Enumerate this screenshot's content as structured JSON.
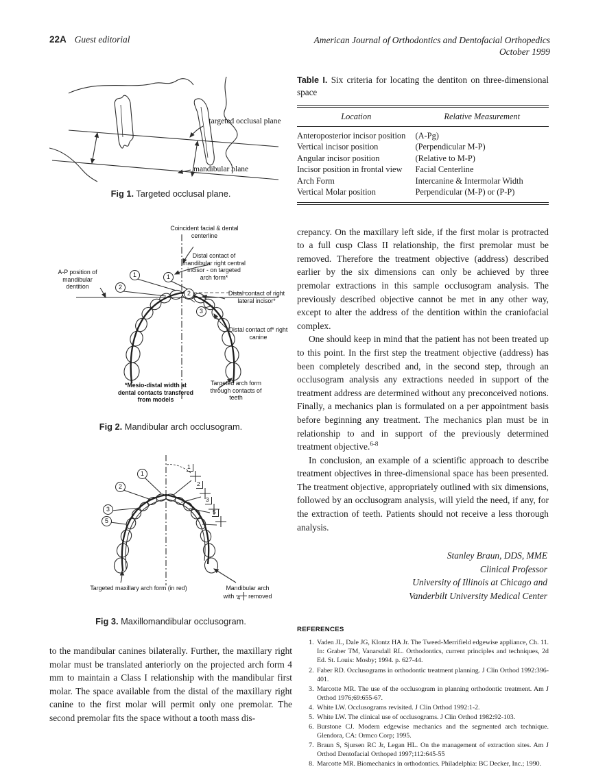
{
  "header": {
    "page_number": "22A",
    "section": "Guest editorial",
    "journal": "American Journal of Orthodontics and Dentofacial Orthopedics",
    "issue_date": "October 1999"
  },
  "table": {
    "label": "Table I.",
    "title": "Six criteria for locating the dentiton on three-dimensional space",
    "columns": [
      "Location",
      "Relative Measurement"
    ],
    "rows": [
      {
        "location": "Anteroposterior incisor position",
        "measurement": "(A-Pg)"
      },
      {
        "location": "Vertical incisor position",
        "measurement": "(Perpendicular M-P)"
      },
      {
        "location": "Angular incisor position",
        "measurement": "(Relative to M-P)"
      },
      {
        "location": "Incisor position in frontal view",
        "measurement": "Facial Centerline"
      },
      {
        "location": "Arch Form",
        "measurement": "Intercanine & Intermolar Width"
      },
      {
        "location": "Vertical Molar position",
        "measurement": "Perpendicular (M-P) or (P-P)"
      }
    ]
  },
  "figures": {
    "fig1": {
      "caption_label": "Fig 1.",
      "caption_text": "Targeted occlusal plane.",
      "label_occlusal": "targeted occlusal plane",
      "label_mandibular": "mandibular plane"
    },
    "fig2": {
      "caption_label": "Fig 2.",
      "caption_text": "Mandibular arch occlusogram.",
      "label_centerline": "Coincident facial & dental centerline",
      "label_central_incisor": "Distal contact of mandibular right central incisor - on targeted arch form*",
      "label_ap_position": "A-P position of mandibular dentition",
      "label_lateral_incisor": "Distal contact of right lateral incisor*",
      "label_canine": "Distal contact of* right canine",
      "label_arch_form": "Targeted arch form through contacts of teeth",
      "footnote": "*Mesio-distal width at dental contacts transfered from models",
      "left_circles": [
        "1",
        "2"
      ],
      "right_circles": [
        "1",
        "2",
        "3"
      ]
    },
    "fig3": {
      "caption_label": "Fig 3.",
      "caption_text": "Maxillomandibular occlusogram.",
      "left_circles": [
        "1",
        "2",
        "3",
        "5"
      ],
      "right_marks": [
        "1",
        "2",
        "3",
        "5"
      ],
      "label_left": "Targeted maxillary arch form (in red)",
      "label_right_line1": "Mandibular arch",
      "label_right_pre": "with",
      "removed_tooth": "4",
      "label_right_post": "removed"
    }
  },
  "left_column": {
    "paragraph": "to the mandibular canines bilaterally. Further, the maxillary right molar must be translated anteriorly on the projected arch form 4 mm to maintain a Class I relationship with the mandibular first molar. The space available from the distal of the maxillary right canine to the first molar will permit only one premolar. The second premolar fits the space without a tooth mass dis-"
  },
  "right_column": {
    "para1": "crepancy. On the maxillary left side, if the first molar is protracted to a full cusp Class II relationship, the first premolar must be removed. Therefore the treatment objective (address) described earlier by the six dimensions can only be achieved by three premolar extractions in this sample occlusogram analysis. The previously described objective cannot be met in any other way, except to alter the address of the dentition within the craniofacial complex.",
    "para2": "One should keep in mind that the patient has not been treated up to this point. In the first step the treatment objective (address) has been completely described and, in the second step, through an occlusogram analysis any extractions needed in support of the treatment address are determined without any preconceived notions. Finally, a mechanics plan is formulated on a per appointment basis before beginning any treatment. The mechanics plan must be in relationship to and in support of the previously determined treatment objective.",
    "para2_citation": "6-8",
    "para3": "In conclusion, an example of a scientific approach to describe treatment objectives in three-dimensional space has been presented. The treatment objective, appropriately outlined with six dimensions, followed by an occlusogram analysis, will yield the need, if any, for the extraction of teeth. Patients should not receive a less thorough analysis.",
    "signature": {
      "name": "Stanley Braun, DDS, MME",
      "title": "Clinical Professor",
      "affiliation1": "University of Illinois at Chicago and",
      "affiliation2": "Vanderbilt University Medical Center"
    }
  },
  "references": {
    "heading": "REFERENCES",
    "items": [
      "Vaden JL, Dale JG, Klontz HA Jr. The Tweed-Merrifield edgewise appliance, Ch. 11. In: Graber TM, Vanarsdall RL. Orthodontics, current principles and techniques, 2d Ed. St. Louis: Mosby; 1994. p. 627-44.",
      "Faber RD. Occlusograms in orthodontic treatment planning. J Clin Orthod 1992:396-401.",
      "Marcotte MR. The use of the occlusogram in planning orthodontic treatment. Am J Orthod 1976;69:655-67.",
      "White LW. Occlusograms revisited. J Clin Orthod 1992:1-2.",
      "White LW. The clinical use of occlusograms. J Clin Orthod 1982:92-103.",
      "Burstone CJ. Modern edgewise mechanics and the segmented arch technique. Glendora, CA: Ormco Corp; 1995.",
      "Braun S, Sjursen RC Jr, Legan HL. On the management of extraction sites. Am J Orthod Dentofacial Orthoped 1997;112:645-55",
      "Marcotte MR. Biomechanics in orthodontics. Philadelphia: BC Decker, Inc.; 1990."
    ]
  }
}
